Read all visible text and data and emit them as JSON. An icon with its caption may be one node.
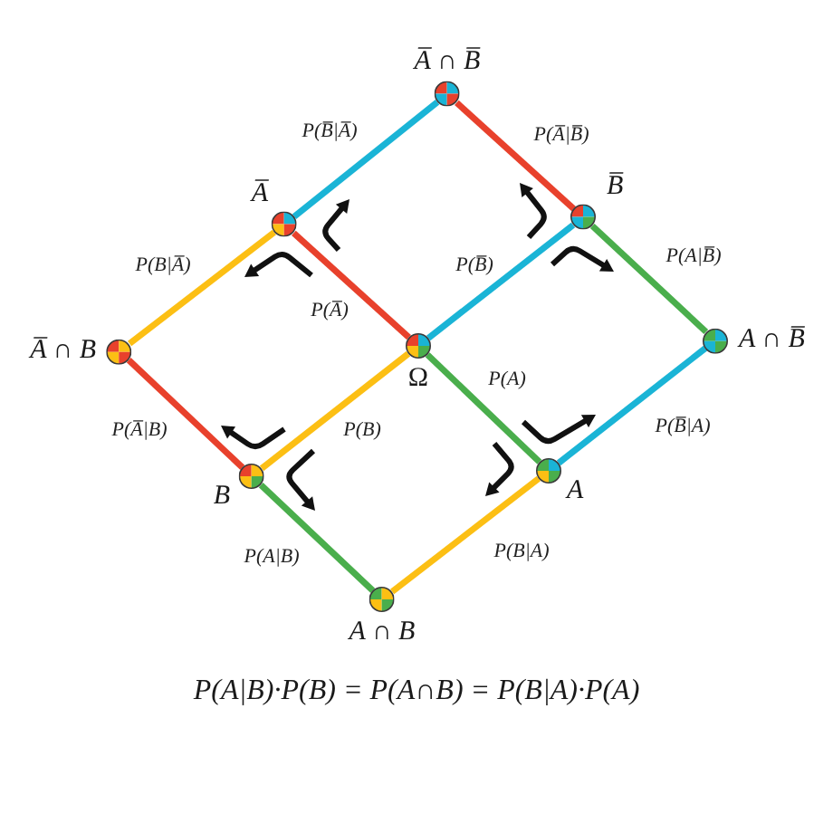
{
  "diagram": {
    "caption": "P(A|B)·P(B) = P(A∩B) = P(B|A)·P(A)",
    "nodes": [
      {
        "text": [
          "A̅ ∩ B̅"
        ]
      },
      {
        "text": [
          "A̅"
        ]
      },
      {
        "text": [
          "B̅"
        ]
      },
      {
        "text": [
          "A̅ ∩ B"
        ]
      },
      {
        "text": [
          "Ω"
        ]
      },
      {
        "text": [
          "A ∩ B̅"
        ]
      },
      {
        "text": [
          "B"
        ]
      },
      {
        "text": [
          "A"
        ]
      },
      {
        "text": [
          "A ∩ B"
        ]
      }
    ],
    "edges": [
      {
        "from": 4,
        "to": 1,
        "arrow": "none",
        "label": "P(A̅)",
        "color": "#e8412c"
      },
      {
        "from": 4,
        "to": 2,
        "arrow": "none",
        "label": "P(B̅)",
        "color": "#1ab4d6"
      },
      {
        "from": 4,
        "to": 6,
        "arrow": "none",
        "label": "P(B)",
        "color": "#fcbf14"
      },
      {
        "from": 4,
        "to": 7,
        "arrow": "none",
        "label": "P(A)",
        "color": "#4aae4c"
      },
      {
        "from": 1,
        "to": 0,
        "arrow": "none",
        "label": "P(B̅|A̅)",
        "color": "#1ab4d6"
      },
      {
        "from": 1,
        "to": 3,
        "arrow": "none",
        "label": "P(B|A̅)",
        "color": "#fcbf14"
      },
      {
        "from": 2,
        "to": 0,
        "arrow": "none",
        "label": "P(A̅|B̅)",
        "color": "#e8412c"
      },
      {
        "from": 2,
        "to": 5,
        "arrow": "none",
        "label": "P(A|B̅)",
        "color": "#4aae4c"
      },
      {
        "from": 6,
        "to": 3,
        "arrow": "none",
        "label": "P(A̅|B)",
        "color": "#e8412c"
      },
      {
        "from": 6,
        "to": 8,
        "arrow": "none",
        "label": "P(A|B)",
        "color": "#4aae4c"
      },
      {
        "from": 7,
        "to": 5,
        "arrow": "none",
        "label": "P(B̅|A)",
        "color": "#1ab4d6"
      },
      {
        "from": 7,
        "to": 8,
        "arrow": "none",
        "label": "P(B|A)",
        "color": "#fcbf14"
      }
    ]
  }
}
